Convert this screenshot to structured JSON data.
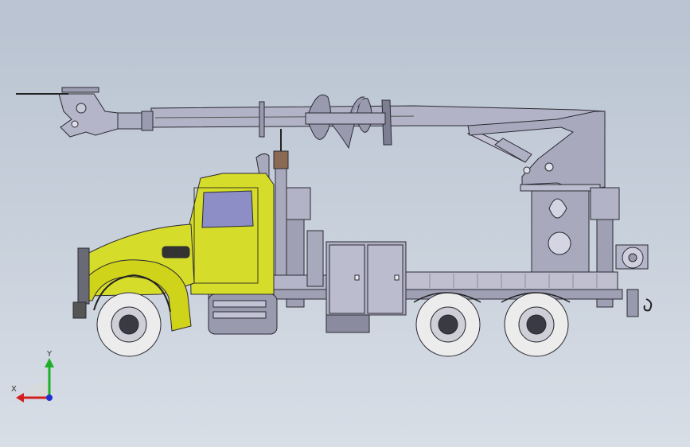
{
  "viewport": {
    "background_top": "#b9c3d1",
    "background_bottom": "#d8dee6"
  },
  "model": {
    "subject": "digger-derrick-truck",
    "cab_color": "#d6dc2a",
    "body_color": "#a9a9bd",
    "outline_color": "#2a2a33",
    "auger_color": "#9a9aaf",
    "tire_color": "#ececec"
  },
  "triad": {
    "x_label": "X",
    "y_label": "Y",
    "x_color": "#d21f1f",
    "y_color": "#1fae2a",
    "z_color": "#1f2fd2"
  }
}
